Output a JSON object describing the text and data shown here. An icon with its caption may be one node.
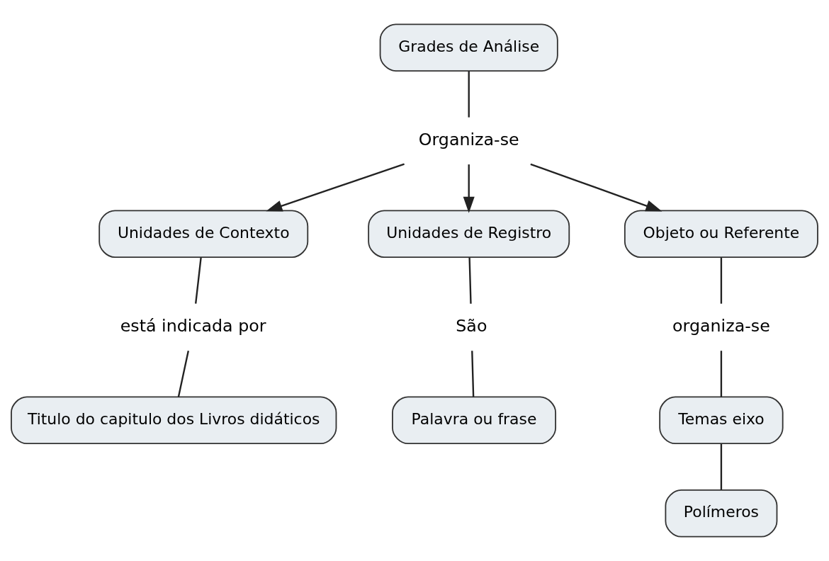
{
  "diagram": {
    "nodes": [
      {
        "text": [
          "Grades de Análise"
        ]
      },
      {
        "text": [
          "Organiza-se"
        ]
      },
      {
        "text": [
          "Unidades de Contexto"
        ]
      },
      {
        "text": [
          "Unidades de Registro"
        ]
      },
      {
        "text": [
          "Objeto ou Referente"
        ]
      },
      {
        "text": [
          "está indicada por"
        ]
      },
      {
        "text": [
          "São"
        ]
      },
      {
        "text": [
          "organiza-se"
        ]
      },
      {
        "text": [
          "Titulo do capitulo dos Livros didáticos"
        ]
      },
      {
        "text": [
          "Palavra ou frase"
        ]
      },
      {
        "text": [
          "Temas eixo"
        ]
      },
      {
        "text": [
          "Polímeros"
        ]
      }
    ],
    "edges": [
      {
        "from": 0,
        "to": 1,
        "arrow": "none"
      },
      {
        "from": 1,
        "to": 2,
        "arrow": "to"
      },
      {
        "from": 1,
        "to": 3,
        "arrow": "to"
      },
      {
        "from": 1,
        "to": 4,
        "arrow": "to"
      },
      {
        "from": 2,
        "to": 5,
        "arrow": "none"
      },
      {
        "from": 5,
        "to": 8,
        "arrow": "none"
      },
      {
        "from": 3,
        "to": 6,
        "arrow": "none"
      },
      {
        "from": 6,
        "to": 9,
        "arrow": "none"
      },
      {
        "from": 4,
        "to": 7,
        "arrow": "none"
      },
      {
        "from": 7,
        "to": 10,
        "arrow": "none"
      },
      {
        "from": 10,
        "to": 11,
        "arrow": "none"
      }
    ]
  }
}
